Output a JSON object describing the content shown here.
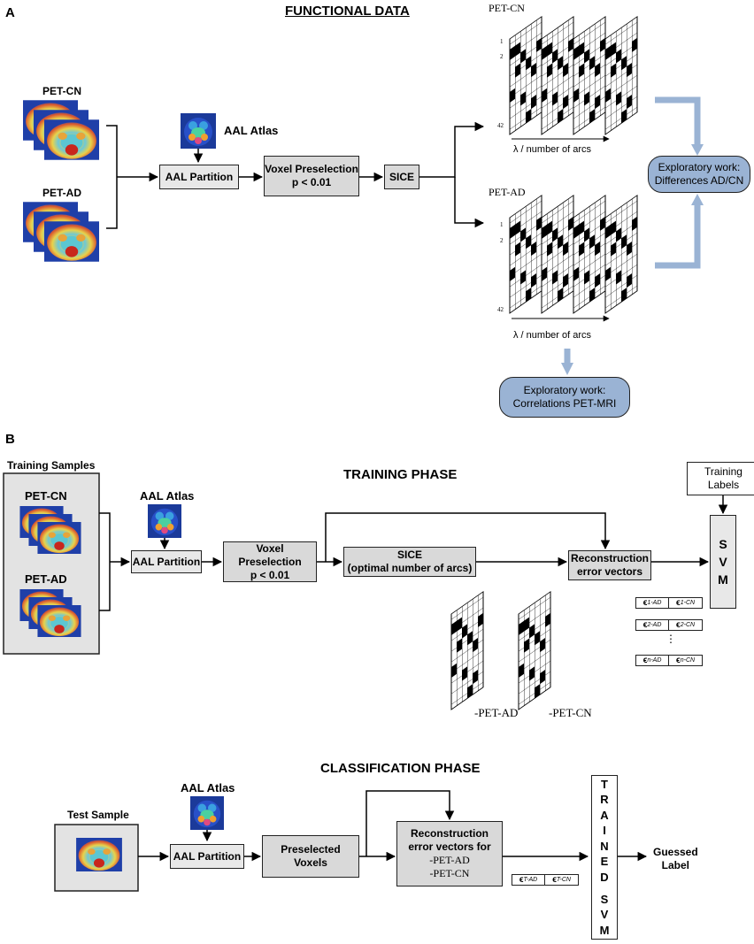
{
  "panel_a": {
    "letter": "A",
    "title": "FUNCTIONAL DATA",
    "pet_cn": "PET-CN",
    "pet_ad": "PET-AD",
    "atlas": "AAL Atlas",
    "partition": "AAL Partition",
    "voxel_line1": "Voxel Preselection",
    "voxel_line2": "p < 0.01",
    "sice": "SICE",
    "matrix_cn_label": "PET-CN",
    "matrix_ad_label": "PET-AD",
    "lambda_label": "λ / number of arcs",
    "explore1_line1": "Exploratory work:",
    "explore1_line2": "Differences AD/CN",
    "explore2_line1": "Exploratory work:",
    "explore2_line2": "Correlations PET-MRI",
    "tick_1": "1",
    "tick_2": "2",
    "tick_42": "42"
  },
  "panel_b": {
    "letter": "B",
    "training_title": "TRAINING PHASE",
    "training_samples": "Training Samples",
    "pet_cn": "PET-CN",
    "pet_ad": "PET-AD",
    "atlas": "AAL Atlas",
    "partition": "AAL Partition",
    "voxel_line1": "Voxel Preselection",
    "voxel_line2": "p < 0.01",
    "sice_line1": "SICE",
    "sice_line2": "(optimal number of arcs)",
    "recon_line1": "Reconstruction",
    "recon_line2": "error vectors",
    "training_labels_line1": "Training",
    "training_labels_line2": "Labels",
    "svm_letters": [
      "S",
      "V",
      "M"
    ],
    "eps_rows": [
      [
        "1-AD",
        "1-CN"
      ],
      [
        "2-AD",
        "2-CN"
      ],
      [
        "n-AD",
        "n-CN"
      ]
    ],
    "eps_symbol": "ϵ",
    "vdots": "⋮",
    "matrix_label_ad": "-PET-AD",
    "matrix_label_cn": "-PET-CN",
    "classification_title": "CLASSIFICATION PHASE",
    "test_sample": "Test Sample",
    "preselected_line1": "Preselected",
    "preselected_line2": "Voxels",
    "recon2_line1": "Reconstruction",
    "recon2_line2": "error vectors for",
    "recon2_line3": "-PET-AD",
    "recon2_line4": "-PET-CN",
    "eps_test": [
      "T-AD",
      "T-CN"
    ],
    "trained_svm_letters": [
      "T",
      "R",
      "A",
      "I",
      "N",
      "E",
      "D",
      "",
      "S",
      "V",
      "M"
    ],
    "guessed_line1": "Guessed",
    "guessed_line2": "Label"
  },
  "colors": {
    "arrow_blue": "#9ab3d4",
    "box_gray": "#d9d9d9",
    "panel_gray": "#e3e3e3"
  }
}
